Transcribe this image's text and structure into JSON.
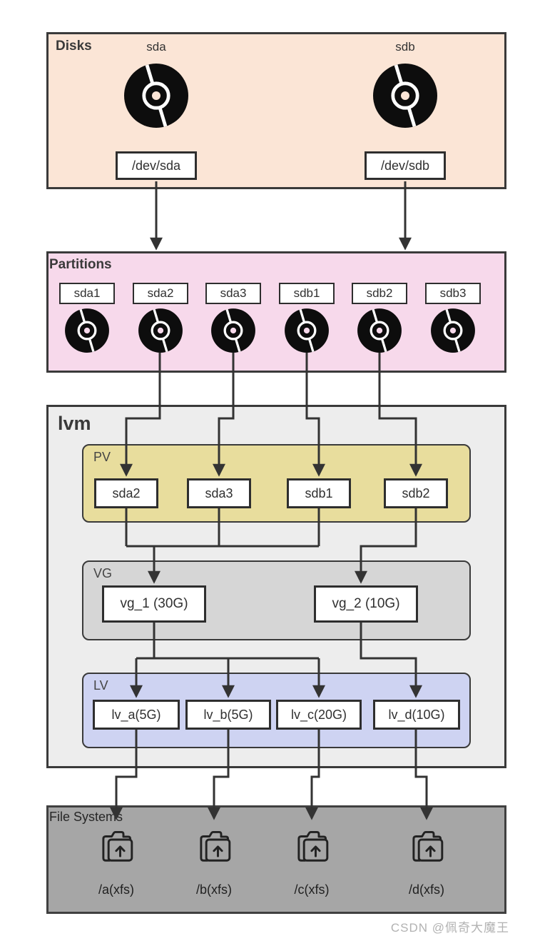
{
  "disks": {
    "title": "Disks",
    "items": [
      {
        "caption": "sda",
        "device": "/dev/sda"
      },
      {
        "caption": "sdb",
        "device": "/dev/sdb"
      }
    ]
  },
  "partitions": {
    "title": "Partitions",
    "items": [
      "sda1",
      "sda2",
      "sda3",
      "sdb1",
      "sdb2",
      "sdb3"
    ]
  },
  "lvm": {
    "title": "lvm",
    "pv": {
      "title": "PV",
      "items": [
        "sda2",
        "sda3",
        "sdb1",
        "sdb2"
      ]
    },
    "vg": {
      "title": "VG",
      "items": [
        "vg_1  (30G)",
        "vg_2  (10G)"
      ]
    },
    "lv": {
      "title": "LV",
      "items": [
        "lv_a(5G)",
        "lv_b(5G)",
        "lv_c(20G)",
        "lv_d(10G)"
      ]
    }
  },
  "filesystems": {
    "title": "File Systems",
    "items": [
      "/a(xfs)",
      "/b(xfs)",
      "/c(xfs)",
      "/d(xfs)"
    ]
  },
  "watermark": "CSDN @佩奇大魔王",
  "colors": {
    "disks_bg": "#fbe5d6",
    "partitions_bg": "#f7d9eb",
    "lvm_bg": "#ededed",
    "pv_bg": "#e8dd9d",
    "vg_bg": "#d6d6d6",
    "lv_bg": "#ced3f2",
    "fs_bg": "#a6a6a6",
    "line": "#333333",
    "border": "#3a3a3a"
  }
}
